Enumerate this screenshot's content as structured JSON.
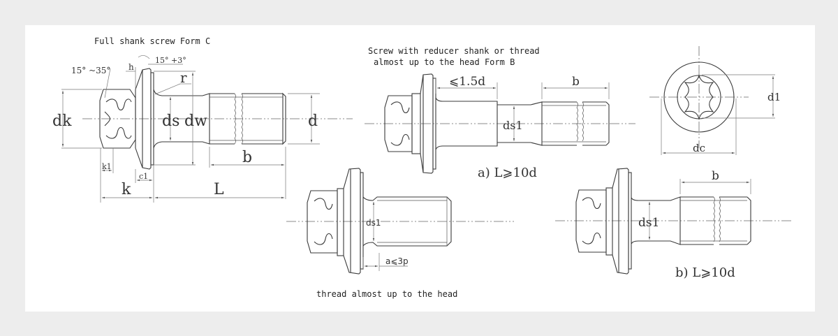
{
  "drawing": {
    "background": "#ededed",
    "panel_color": "#ffffff",
    "line_color": "#3a3a3a"
  },
  "form_c": {
    "title": "Full shank screw Form C",
    "labels": {
      "angle_head": "15° ~35°",
      "angle_flange": "15° +3°",
      "h": "h",
      "r": "r",
      "dk": "dk",
      "ds": "ds",
      "dw": "dw",
      "d": "d",
      "b": "b",
      "k1": "k1",
      "c1": "c1",
      "k": "k",
      "L": "L"
    }
  },
  "form_b": {
    "title_line1": "Screw with reducer shank or thread",
    "title_line2": "almost up to the head Form B",
    "labels": {
      "shank_len": "⩽1.5d",
      "b": "b",
      "ds1": "ds1"
    },
    "caption": "a) L⩾10d"
  },
  "top_view": {
    "labels": {
      "d1": "d1",
      "dc": "dc"
    }
  },
  "thread_head": {
    "labels": {
      "ds1": "ds1",
      "a": "a⩽3p"
    },
    "caption": "thread almost up to the head"
  },
  "form_b2": {
    "labels": {
      "b": "b",
      "ds1": "ds1"
    },
    "caption": "b) L⩾10d"
  }
}
